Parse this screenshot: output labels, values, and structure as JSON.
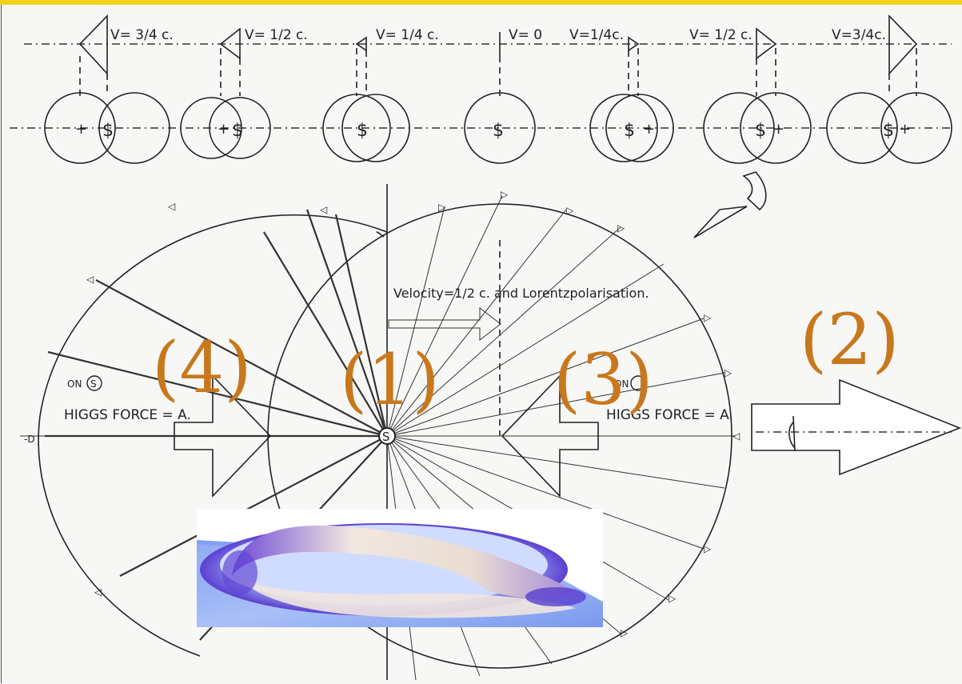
{
  "velocity_labels": [
    "V= 3/4 c.",
    "V= 1/2 c.",
    "V= 1/4 c.",
    "V= 0",
    "V=1/4c.",
    "V= 1/2 c.",
    "V=3/4c."
  ],
  "source_label": "S",
  "caption": "Velocity=1/2 c. and Lorentzpolarisation.",
  "left_on_label": "ON",
  "left_force_label": "HIGGS FORCE = A.",
  "right_on_label": "ON",
  "right_force_label": "HIGGS FORCE = A.",
  "region_labels": {
    "r1": "(1)",
    "r2": "(2)",
    "r3": "(3)",
    "r4": "(4)"
  },
  "colors": {
    "accent_orange": "#c8781c",
    "top_bar": "#f0d21a",
    "surface_blue": "#8aa8f0",
    "surface_purple": "#6a4ad0"
  }
}
